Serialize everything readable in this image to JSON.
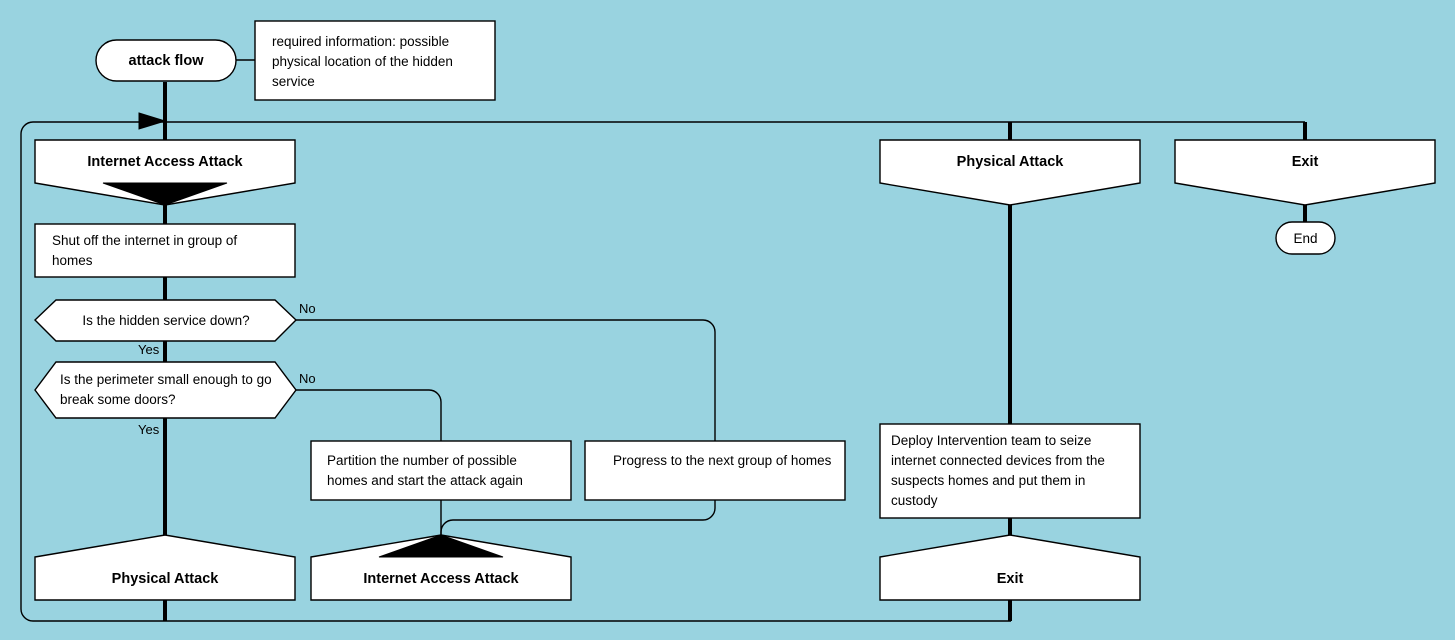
{
  "diagram": {
    "title": "attack flow",
    "background_color": "#99d3e0",
    "shape_fill": "#ffffff",
    "stroke_color": "#000000"
  },
  "start": {
    "label": "attack flow",
    "shape": "rounded-terminator"
  },
  "note": {
    "text": "required information: possible physical location of the hidden service",
    "shape": "note-box"
  },
  "end": {
    "label": "End",
    "shape": "rounded-terminator"
  },
  "nodes": {
    "internet_access_attack_top": {
      "label": "Internet Access Attack",
      "shape": "sub-flow-down"
    },
    "shut_off_internet": {
      "label": "Shut off the internet in group of homes",
      "shape": "process"
    },
    "decision_service_down": {
      "label": "Is the hidden service down?",
      "shape": "decision-hexagon"
    },
    "decision_perimeter": {
      "label": "Is the perimeter small enough to go break some doors?",
      "shape": "decision-hexagon"
    },
    "partition_homes": {
      "label": "Partition the number of possible homes and start the attack again",
      "shape": "process"
    },
    "progress_next_group": {
      "label": "Progress to the next group of homes",
      "shape": "process"
    },
    "physical_attack_bottom_left": {
      "label": "Physical Attack",
      "shape": "sub-flow-up"
    },
    "internet_access_attack_bottom": {
      "label": "Internet Access Attack",
      "shape": "sub-flow-up"
    },
    "physical_attack_top": {
      "label": "Physical Attack",
      "shape": "sub-flow-down"
    },
    "deploy_intervention": {
      "label": "Deploy Intervention team to seize internet connected devices from the suspects homes and put them in custody",
      "shape": "process"
    },
    "exit_bottom_right": {
      "label": "Exit",
      "shape": "sub-flow-up"
    },
    "exit_top_right": {
      "label": "Exit",
      "shape": "sub-flow-down"
    }
  },
  "edge_labels": {
    "service_down_no": "No",
    "service_down_yes": "Yes",
    "perimeter_no": "No",
    "perimeter_yes": "Yes"
  }
}
